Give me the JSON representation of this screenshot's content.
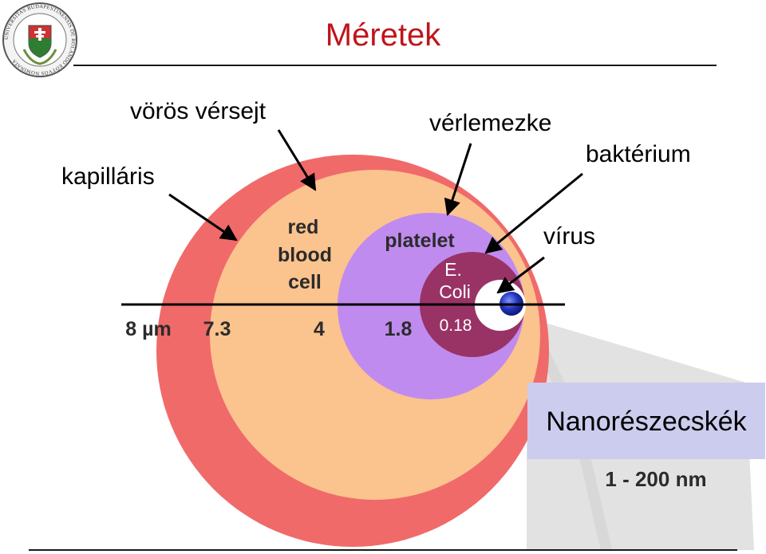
{
  "slide": {
    "title": "Méretek",
    "logo_text": "UNIVERSITAS BUDAPESTINENSIS DE ROLANDO EÖTVÖS NOMINATA"
  },
  "labels": {
    "vörös": "vörös vérsejt",
    "vérlemezke": "vérlemezke",
    "baktérium": "baktérium",
    "kapilláris": "kapilláris",
    "vírus": "vírus"
  },
  "diagram": {
    "rbc_label_1": "red",
    "rbc_label_2": "blood",
    "rbc_label_3": "cell",
    "platelet_label": "platelet",
    "ecoli_label_1": "E.",
    "ecoli_label_2": "Coli",
    "scale": {
      "unit_label": "8 µm",
      "marks": [
        "7.3",
        "4",
        "1.8",
        "0.18"
      ]
    },
    "nano_label": "Nanorészecskék",
    "nano_range": "1 - 200 nm",
    "colors": {
      "capillary": "#f06a6a",
      "rbc": "#fbc38e",
      "platelet": "#c08bef",
      "bacterium": "#993366",
      "virus": "#2233bb",
      "nano_box": "#ccccee",
      "title": "#c0141b"
    }
  }
}
